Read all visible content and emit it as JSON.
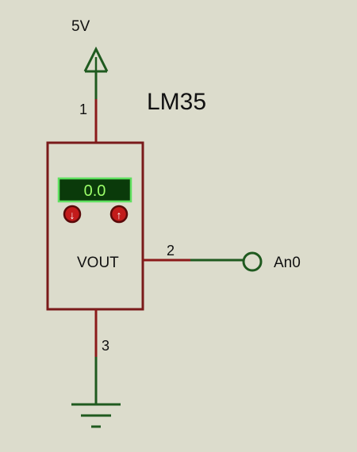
{
  "colors": {
    "background": "#dcdccc",
    "wire": "#1f5a1f",
    "pin": "#8b1a1a",
    "body_fill": "#dcdccc",
    "body_stroke": "#7a1a1a",
    "display_bg": "#0a3a0a",
    "display_border": "#5fe05f",
    "display_text": "#9cff6a",
    "button_fill": "#c21b1b",
    "button_ring": "#5a0a0a",
    "text": "#111111"
  },
  "power": {
    "label": "5V",
    "icon": "power-terminal-arrow-icon"
  },
  "component": {
    "name": "LM35",
    "display_value": "0.0",
    "output_label": "VOUT",
    "buttons": [
      {
        "name": "decrement",
        "glyph": "↓",
        "icon": "arrow-down-icon"
      },
      {
        "name": "increment",
        "glyph": "↑",
        "icon": "arrow-up-icon"
      }
    ],
    "pins": {
      "vcc": "1",
      "out": "2",
      "gnd": "3"
    }
  },
  "output_terminal": {
    "label": "An0",
    "icon": "terminal-circle-icon"
  },
  "ground": {
    "icon": "ground-icon"
  }
}
